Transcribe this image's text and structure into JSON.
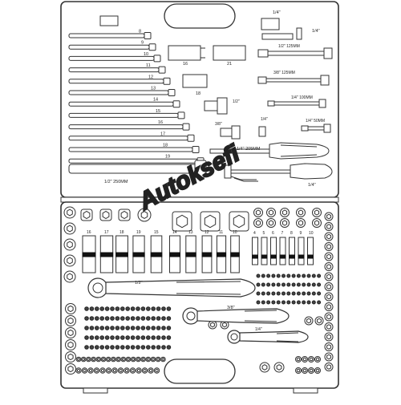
{
  "watermark": {
    "text": "Autoksefi",
    "color": "#d93a3a",
    "outline": "#222222"
  },
  "upper_case": {
    "extension_labels": [
      "8",
      "9",
      "10",
      "11",
      "12",
      "13",
      "14",
      "15",
      "16",
      "17",
      "18",
      "19"
    ],
    "bar_label": "1/2\" 250MM",
    "block_labels": {
      "b16": "16",
      "b21": "21",
      "b18": "18"
    },
    "small_labels": {
      "top_quarter": "1/4\"",
      "tee_quarter": "1/4\"",
      "ext_half_125": "1/2\" 125MM",
      "ext_38_125": "3/8\" 125MM",
      "ext_14_100": "1/4\" 100MM",
      "ext_14_50": "1/4\" 50MM",
      "ujoint_half": "1/2\"",
      "ujoint_38": "3/8\"",
      "adapter_14": "1/4\"",
      "spinner_label": "1/4\" 205MM",
      "driver_quarter": "1/4\""
    }
  },
  "lower_case": {
    "deep_sizes_large": [
      "16",
      "17",
      "18",
      "19",
      "15",
      "14",
      "13",
      "12",
      "11",
      "10"
    ],
    "deep_sizes_small": [
      "4",
      "5",
      "6",
      "7",
      "8",
      "9",
      "10"
    ],
    "ratchet_labels": [
      "1/2\"",
      "3/8\"",
      "1/4\""
    ]
  }
}
